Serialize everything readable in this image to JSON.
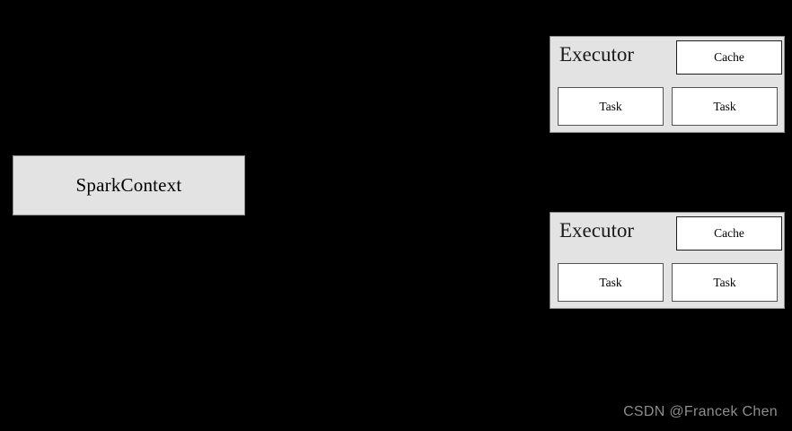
{
  "diagram": {
    "background_color": "#000000",
    "node_fill_color": "#e3e3e3",
    "inner_box_color": "#ffffff",
    "border_color": "#8c8c8c",
    "driver": {
      "label": "SparkContext"
    },
    "executors": [
      {
        "title": "Executor",
        "cache": {
          "label": "Cache"
        },
        "tasks": [
          {
            "label": "Task"
          },
          {
            "label": "Task"
          }
        ]
      },
      {
        "title": "Executor",
        "cache": {
          "label": "Cache"
        },
        "tasks": [
          {
            "label": "Task"
          },
          {
            "label": "Task"
          }
        ]
      }
    ]
  },
  "watermark": {
    "text": "CSDN @Francek Chen",
    "color": "#8d8d8d"
  }
}
